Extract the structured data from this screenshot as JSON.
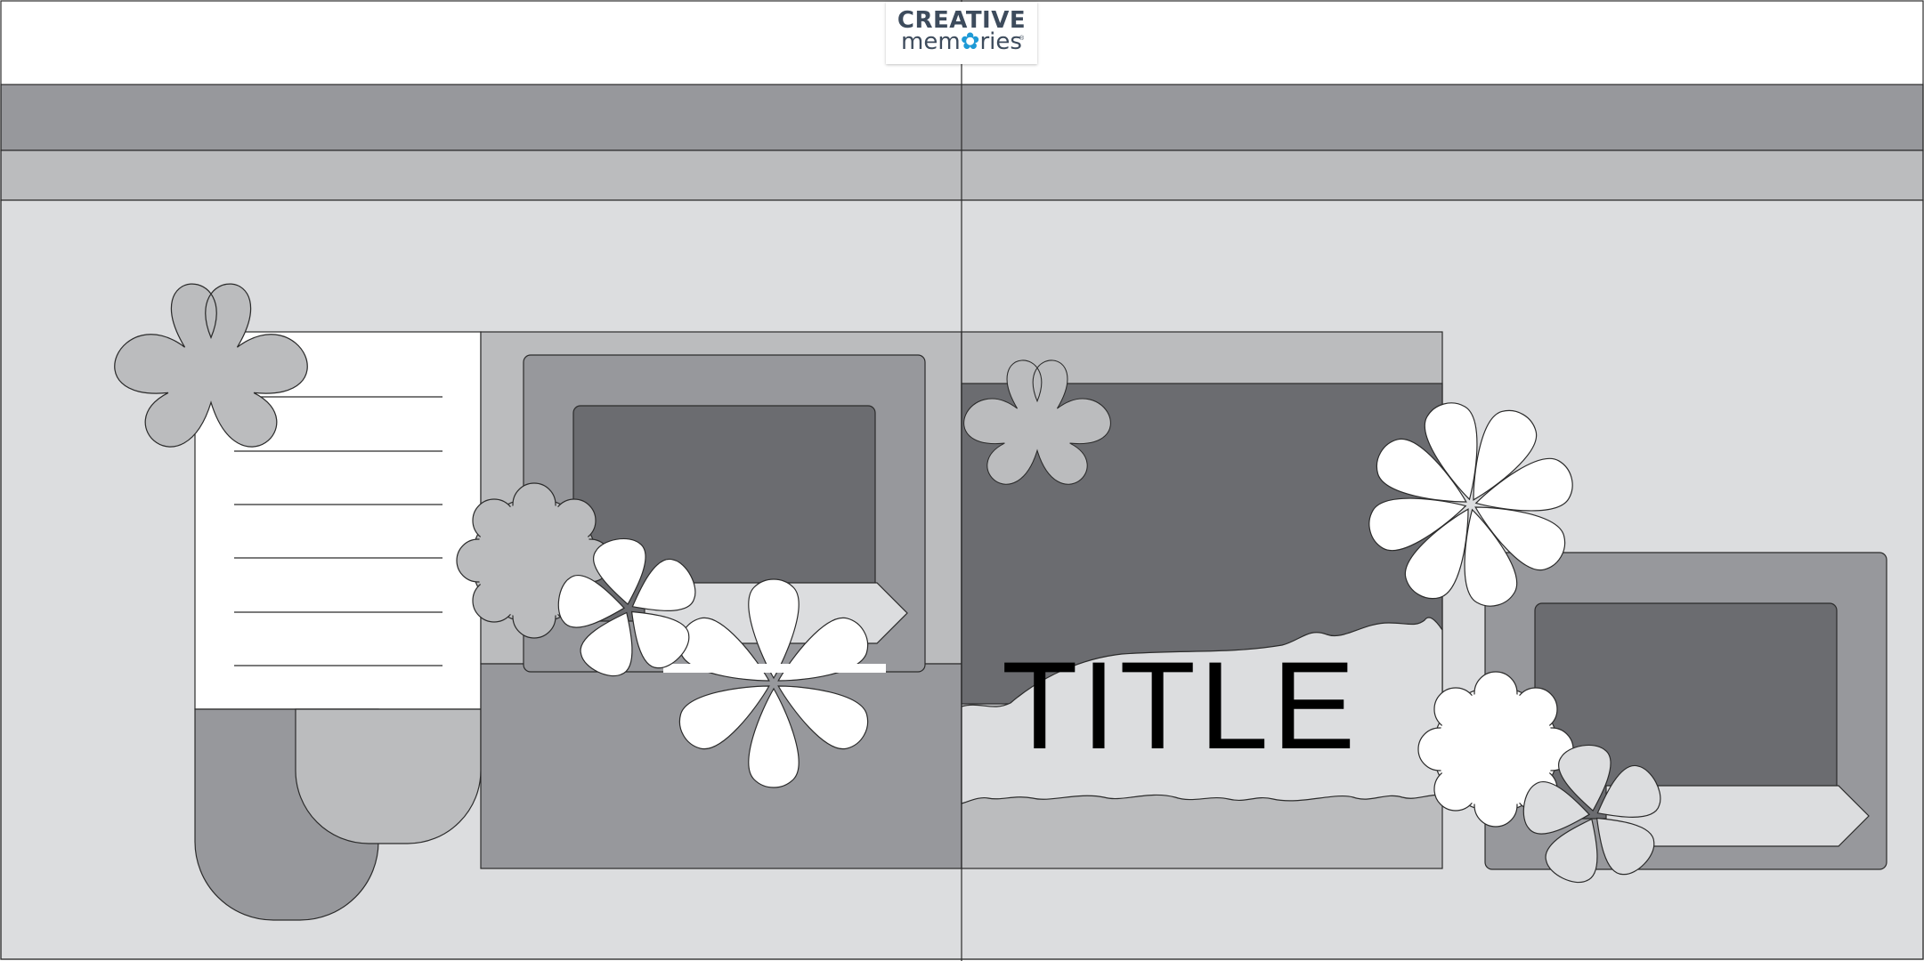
{
  "brand": {
    "line1": "CREATIVE",
    "line2_start": "mem",
    "line2_flower": "✿",
    "line2_end": "ries",
    "trademark": "®"
  },
  "layout_title": "TITLE",
  "colors": {
    "background": "#dcdddf",
    "top_band": "#97989c",
    "second_band": "#bbbcbe",
    "photo": "#6b6c70",
    "mat_medium": "#97989c",
    "mat_light": "#bbbcbe",
    "white": "#ffffff",
    "outline": "#2b2b2b",
    "logo_text": "#3d4b5c",
    "logo_accent": "#1f9ad6"
  }
}
